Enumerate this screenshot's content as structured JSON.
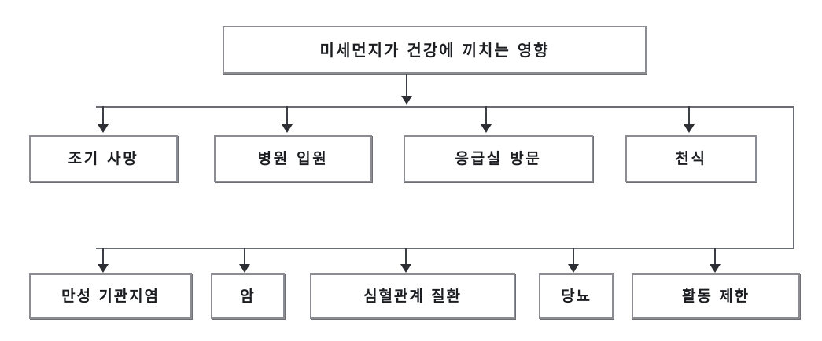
{
  "diagram": {
    "type": "flowchart",
    "orientation": "top-down",
    "title_node": {
      "id": "root",
      "label": "미세먼지가 건강에 끼치는 영향"
    },
    "level2": [
      {
        "id": "early-death",
        "label": "조기 사망"
      },
      {
        "id": "hospitalization",
        "label": "병원 입원"
      },
      {
        "id": "er-visit",
        "label": "응급실 방문"
      },
      {
        "id": "asthma",
        "label": "천식"
      }
    ],
    "level3": [
      {
        "id": "chronic-bronchitis",
        "label": "만성 기관지염"
      },
      {
        "id": "cancer",
        "label": "암"
      },
      {
        "id": "cardiovascular",
        "label": "심혈관계 질환"
      },
      {
        "id": "diabetes",
        "label": "당뇨"
      },
      {
        "id": "activity-restriction",
        "label": "활동 제한"
      }
    ],
    "colors": {
      "box_border": "#8b8d93",
      "box_shadow": "#6d6f75",
      "connector": "#4a4c53",
      "arrow": "#2c2e34",
      "text": "#1b1d21",
      "background": "#ffffff"
    }
  }
}
